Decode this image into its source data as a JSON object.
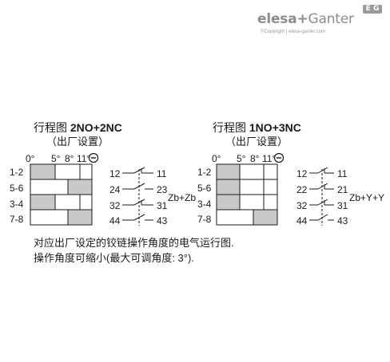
{
  "brand": {
    "logo_bold": "elesa",
    "logo_plus": "+",
    "logo_thin": "Ganter",
    "badge": "E G",
    "copyright": "©Copyright | elesa-ganter.com"
  },
  "diagrams": [
    {
      "title_prefix": "行程图",
      "title_code": "2NO+2NC",
      "subtitle": "（出厂设置）",
      "angles": [
        "0°",
        "5°",
        "8°",
        "11°"
      ],
      "rows": [
        "1-2",
        "5-6",
        "3-4",
        "7-8"
      ],
      "contacts": [
        [
          "12",
          "11"
        ],
        [
          "24",
          "23"
        ],
        [
          "32",
          "31"
        ],
        [
          "44",
          "43"
        ]
      ],
      "type_label": "Zb+Zb"
    },
    {
      "title_prefix": "行程图",
      "title_code": "1NO+3NC",
      "subtitle": "（出厂设置）",
      "angles": [
        "0°",
        "5°",
        "8°",
        "11°"
      ],
      "rows": [
        "1-2",
        "5-6",
        "3-4",
        "7-8"
      ],
      "contacts": [
        [
          "12",
          "11"
        ],
        [
          "22",
          "21"
        ],
        [
          "32",
          "31"
        ],
        [
          "44",
          "43"
        ]
      ],
      "type_label": "Zb+Y+Y"
    }
  ],
  "notes": {
    "line1": "对应出厂设定的铰链操作角度的电气运行图.",
    "line2": "操作角度可缩小(最大可调角度: 3°)."
  },
  "colors": {
    "shade": "#c9c9c9",
    "line": "#1a1a1a",
    "logo": "#8d8d8d"
  }
}
